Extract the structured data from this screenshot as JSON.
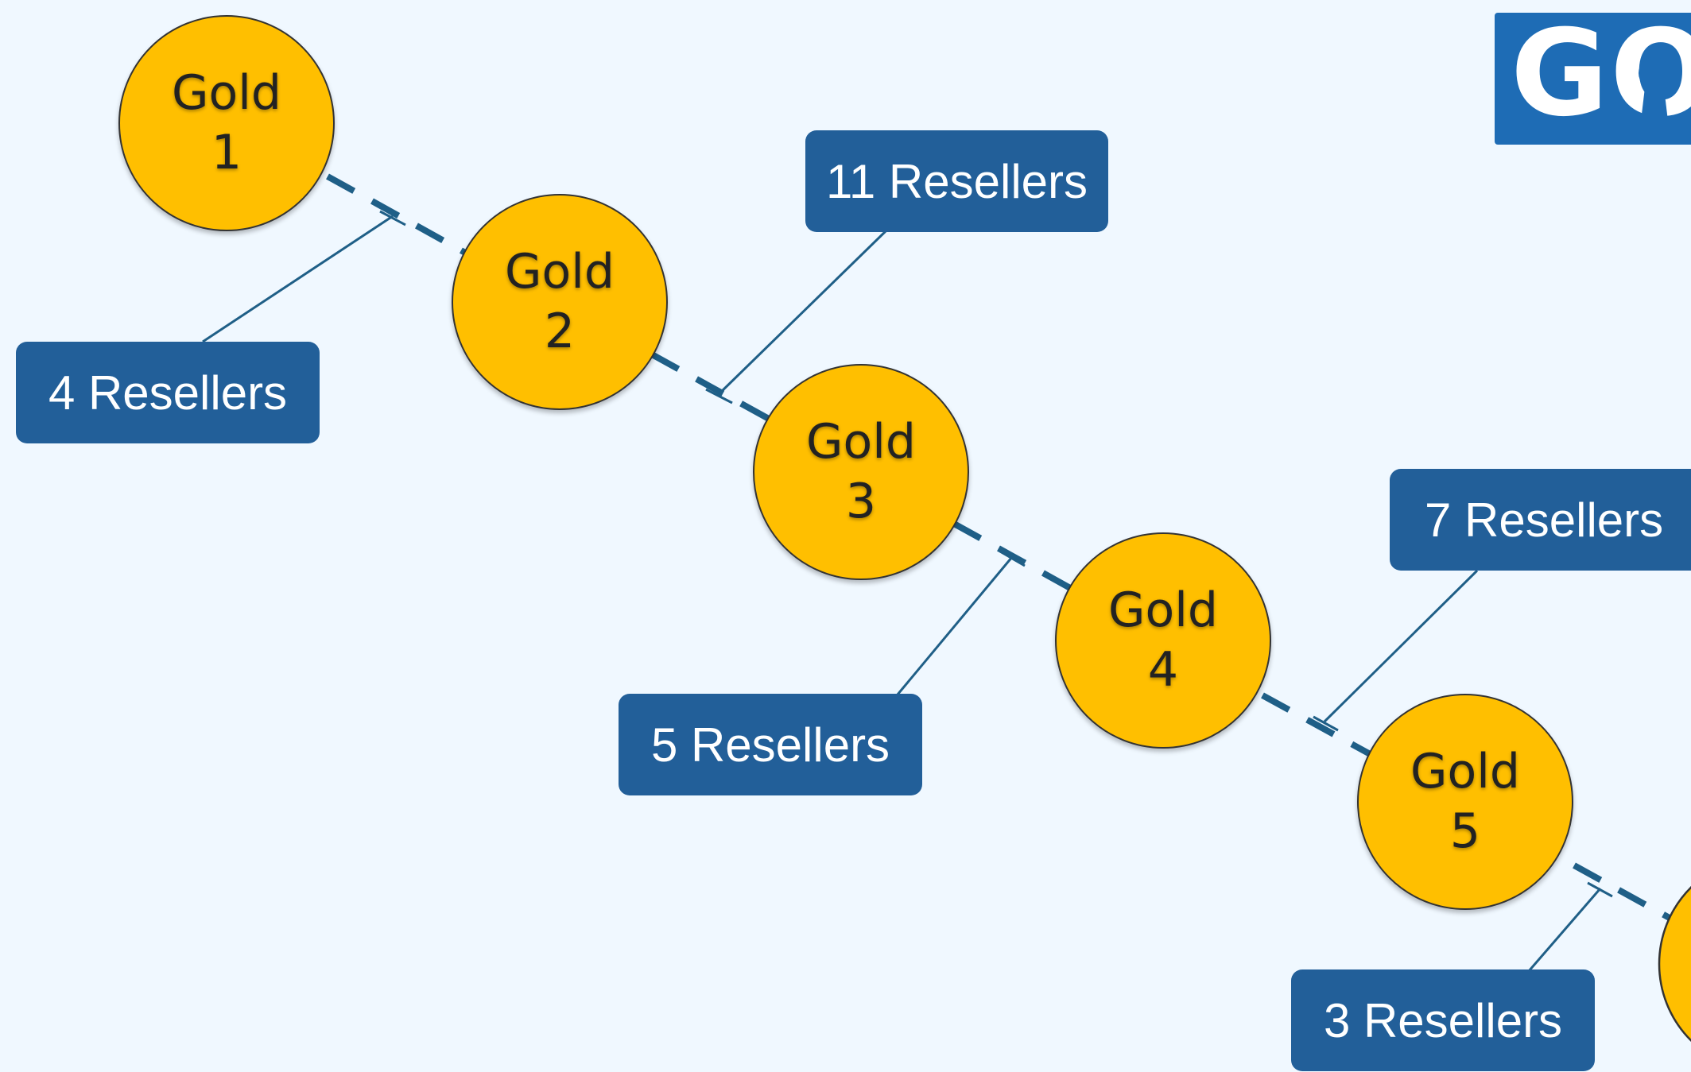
{
  "diagram": {
    "background": "#f0f8ff",
    "node_color": "#ffbf00",
    "label_color": "#225f99",
    "connector_color": "#1f5f87",
    "nodes": [
      {
        "word": "Gold",
        "number": "1"
      },
      {
        "word": "Gold",
        "number": "2"
      },
      {
        "word": "Gold",
        "number": "3"
      },
      {
        "word": "Gold",
        "number": "4"
      },
      {
        "word": "Gold",
        "number": "5"
      }
    ],
    "labels": [
      {
        "text": "4 Resellers"
      },
      {
        "text": "11 Resellers"
      },
      {
        "text": "5 Resellers"
      },
      {
        "text": "7 Resellers"
      },
      {
        "text": "3 Resellers"
      }
    ]
  },
  "logo": {
    "text": "GO",
    "icon": "keyhole-icon"
  }
}
